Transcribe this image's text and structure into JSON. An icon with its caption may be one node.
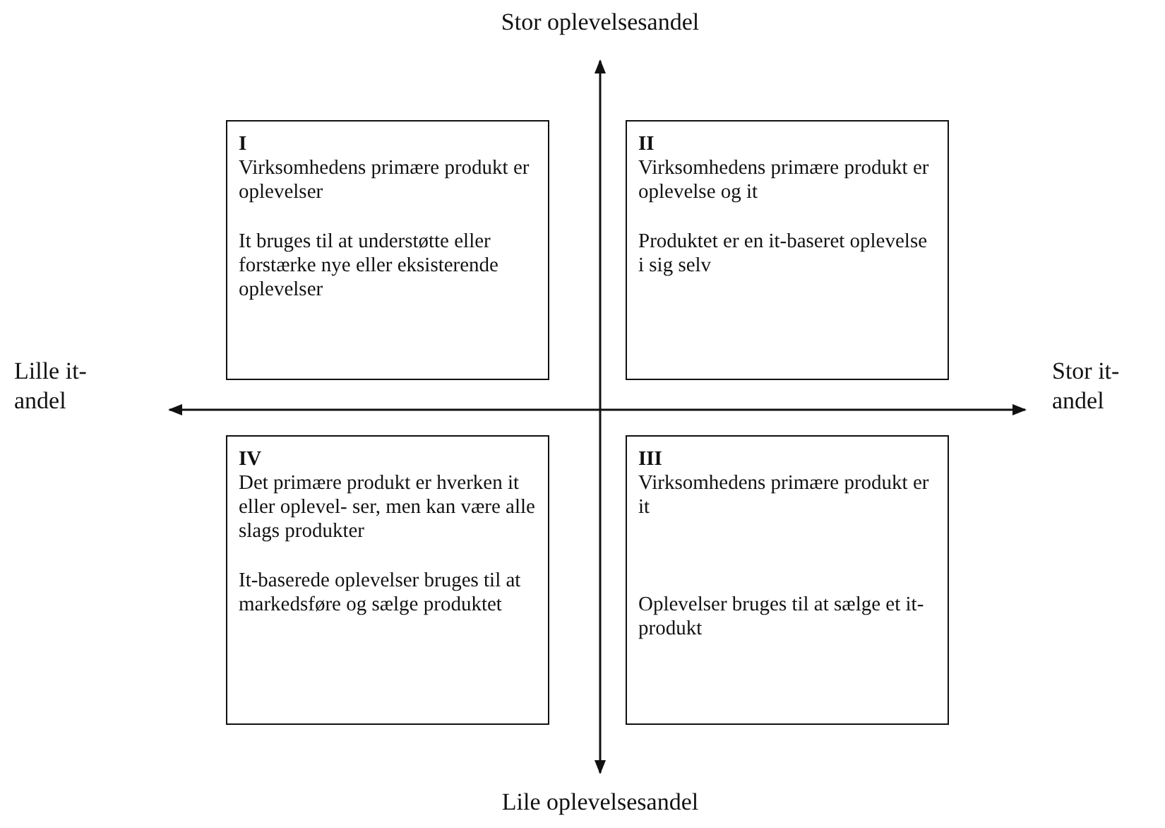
{
  "diagram": {
    "nodes": [
      {
        "text": [
          "I",
          "Virksomhedens primære produkt er oplevelser",
          "It bruges til at understøtte eller forstærke nye eller eksisterende oplevelser"
        ]
      },
      {
        "text": [
          "II",
          "Virksomhedens primære produkt er oplevelse og it",
          "Produktet er en it-baseret oplevelse i sig selv"
        ]
      },
      {
        "text": [
          "IV",
          "Det primære produkt er hverken it eller oplevel- ser, men kan være alle slags produkter",
          "It-baserede oplevelser bruges til at markedsføre og sælge produktet"
        ]
      },
      {
        "text": [
          "III",
          "Virksomhedens primære produkt er it",
          "Oplevelser bruges til at sælge et it-produkt"
        ]
      }
    ],
    "edges": [],
    "labels": [
      "Stor oplevelsesandel",
      "Lille it-andel",
      "Stor it-andel",
      "Lile oplevelsesandel"
    ]
  }
}
